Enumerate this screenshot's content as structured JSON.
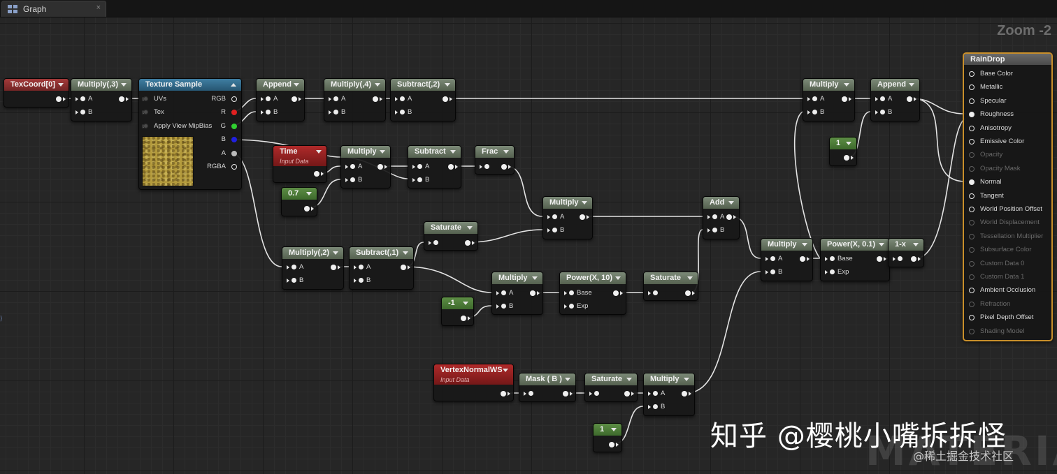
{
  "tab": {
    "label": "Graph",
    "close": "×"
  },
  "zoom_label": "Zoom -2",
  "nodes": {
    "texcoord": {
      "title": "TexCoord[0]"
    },
    "multiply3": {
      "title": "Multiply(,3)",
      "a": "A",
      "b": "B"
    },
    "texsample": {
      "title": "Texture Sample",
      "uvs": "UVs",
      "tex": "Tex",
      "mip": "Apply View MipBias",
      "rgb": "RGB",
      "r": "R",
      "g": "G",
      "b": "B",
      "a": "A",
      "rgba": "RGBA"
    },
    "append1": {
      "title": "Append",
      "a": "A",
      "b": "B"
    },
    "multiply4": {
      "title": "Multiply(,4)",
      "a": "A",
      "b": "B"
    },
    "subtract2": {
      "title": "Subtract(,2)",
      "a": "A",
      "b": "B"
    },
    "time": {
      "title": "Time",
      "subtitle": "Input Data"
    },
    "const07": {
      "title": "0.7"
    },
    "multiply_t": {
      "title": "Multiply",
      "a": "A",
      "b": "B"
    },
    "subtract_t": {
      "title": "Subtract",
      "a": "A",
      "b": "B"
    },
    "frac": {
      "title": "Frac"
    },
    "multiply_mid": {
      "title": "Multiply",
      "a": "A",
      "b": "B"
    },
    "saturate1": {
      "title": "Saturate"
    },
    "add": {
      "title": "Add",
      "a": "A",
      "b": "B"
    },
    "multiply2": {
      "title": "Multiply(,2)",
      "a": "A",
      "b": "B"
    },
    "subtract1": {
      "title": "Subtract(,1)",
      "a": "A",
      "b": "B"
    },
    "constneg1": {
      "title": "-1"
    },
    "multiply_low": {
      "title": "Multiply",
      "a": "A",
      "b": "B"
    },
    "power10": {
      "title": "Power(X, 10)",
      "base": "Base",
      "exp": "Exp"
    },
    "saturate2": {
      "title": "Saturate"
    },
    "multiply_tr": {
      "title": "Multiply",
      "a": "A",
      "b": "B"
    },
    "append2": {
      "title": "Append",
      "a": "A",
      "b": "B"
    },
    "const1a": {
      "title": "1"
    },
    "multiply_r": {
      "title": "Multiply",
      "a": "A",
      "b": "B"
    },
    "power01": {
      "title": "Power(X, 0.1)",
      "base": "Base",
      "exp": "Exp"
    },
    "oneminus": {
      "title": "1-x"
    },
    "vertexnormal": {
      "title": "VertexNormalWS",
      "subtitle": "Input Data"
    },
    "mask": {
      "title": "Mask ( B )"
    },
    "saturate3": {
      "title": "Saturate"
    },
    "multiply_bot": {
      "title": "Multiply",
      "a": "A",
      "b": "B"
    },
    "const1b": {
      "title": "1"
    }
  },
  "material": {
    "title": "RainDrop",
    "pins": [
      {
        "label": "Base Color",
        "enabled": true,
        "connected": false
      },
      {
        "label": "Metallic",
        "enabled": true,
        "connected": false
      },
      {
        "label": "Specular",
        "enabled": true,
        "connected": false
      },
      {
        "label": "Roughness",
        "enabled": true,
        "connected": true
      },
      {
        "label": "Anisotropy",
        "enabled": true,
        "connected": false
      },
      {
        "label": "Emissive Color",
        "enabled": true,
        "connected": false
      },
      {
        "label": "Opacity",
        "enabled": false,
        "connected": false
      },
      {
        "label": "Opacity Mask",
        "enabled": false,
        "connected": false
      },
      {
        "label": "Normal",
        "enabled": true,
        "connected": true
      },
      {
        "label": "Tangent",
        "enabled": true,
        "connected": false
      },
      {
        "label": "World Position Offset",
        "enabled": true,
        "connected": false
      },
      {
        "label": "World Displacement",
        "enabled": false,
        "connected": false
      },
      {
        "label": "Tessellation Multiplier",
        "enabled": false,
        "connected": false
      },
      {
        "label": "Subsurface Color",
        "enabled": false,
        "connected": false
      },
      {
        "label": "Custom Data 0",
        "enabled": false,
        "connected": false
      },
      {
        "label": "Custom Data 1",
        "enabled": false,
        "connected": false
      },
      {
        "label": "Ambient Occlusion",
        "enabled": true,
        "connected": false
      },
      {
        "label": "Refraction",
        "enabled": false,
        "connected": false
      },
      {
        "label": "Pixel Depth Offset",
        "enabled": true,
        "connected": false
      },
      {
        "label": "Shading Model",
        "enabled": false,
        "connected": false
      }
    ]
  },
  "watermark": {
    "main": "知乎 @樱桃小嘴拆拆怪",
    "sub": "@稀土掘金技术社区",
    "bg": "MATERIAL"
  },
  "colors": {
    "material_border": "#c98f2a",
    "input_header": "#b02a2a",
    "texture_header": "#3f7ea2",
    "constant_header": "#5d8d45"
  }
}
